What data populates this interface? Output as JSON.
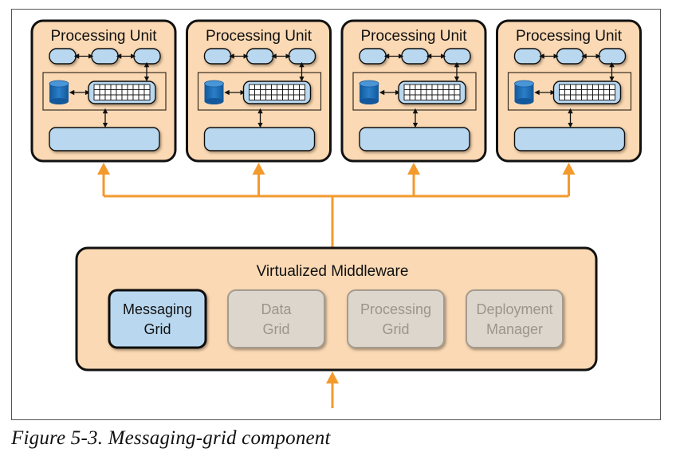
{
  "processing_units": [
    {
      "title": "Processing Unit"
    },
    {
      "title": "Processing Unit"
    },
    {
      "title": "Processing Unit"
    },
    {
      "title": "Processing Unit"
    }
  ],
  "middleware": {
    "title": "Virtualized Middleware",
    "components": [
      {
        "line1": "Messaging",
        "line2": "Grid",
        "state": "active"
      },
      {
        "line1": "Data",
        "line2": "Grid",
        "state": "inactive"
      },
      {
        "line1": "Processing",
        "line2": "Grid",
        "state": "inactive"
      },
      {
        "line1": "Deployment",
        "line2": "Manager",
        "state": "inactive"
      }
    ]
  },
  "caption": "Figure 5-3. Messaging-grid component",
  "colors": {
    "unit_fill": "#fad9b4",
    "blue_fill": "#b9d8f0",
    "db_blue": "#1f6fb8",
    "arrow_orange": "#f39a2d",
    "inactive_fill": "#ddd6cc",
    "inactive_text": "#9b958d"
  }
}
